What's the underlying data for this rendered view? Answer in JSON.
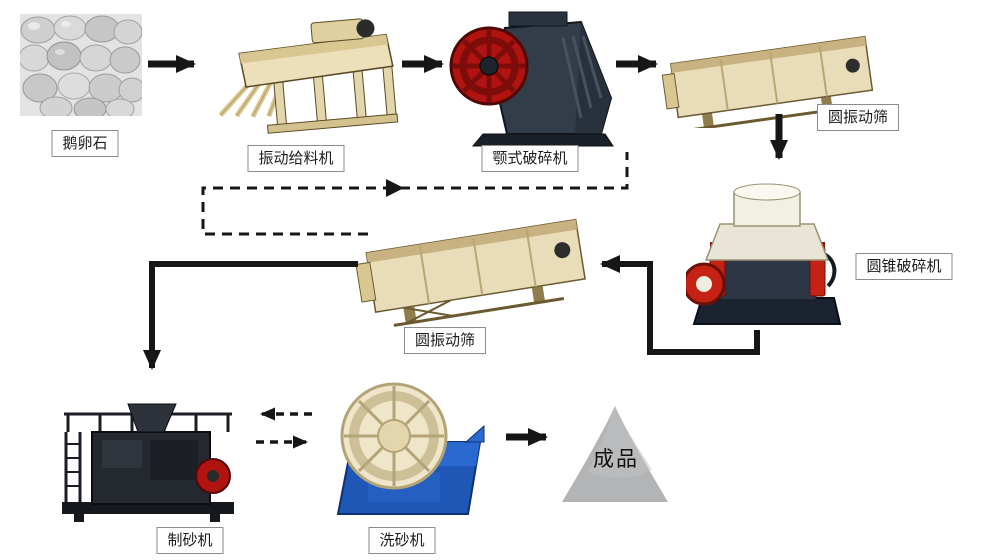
{
  "labels": {
    "pebble": "鹅卵石",
    "feeder": "振动给料机",
    "jaw_crusher": "颚式破碎机",
    "screen_top": "圆振动筛",
    "cone_crusher": "圆锥破碎机",
    "screen_mid": "圆振动筛",
    "sand_maker": "制砂机",
    "sand_washer": "洗砂机",
    "product": "成品"
  },
  "connections": [
    {
      "from": "pebble",
      "to": "feeder",
      "style": "solid"
    },
    {
      "from": "feeder",
      "to": "jaw_crusher",
      "style": "solid"
    },
    {
      "from": "jaw_crusher",
      "to": "screen_top",
      "style": "solid"
    },
    {
      "from": "screen_top",
      "to": "cone_crusher",
      "style": "solid"
    },
    {
      "from": "cone_crusher",
      "to": "screen_mid",
      "style": "solid"
    },
    {
      "from": "screen_mid",
      "to": "sand_maker",
      "style": "solid"
    },
    {
      "from": "screen_mid",
      "to": "screen_top",
      "style": "dashed",
      "note": "recirculation"
    },
    {
      "from": "sand_washer",
      "to": "sand_maker",
      "style": "dashed"
    },
    {
      "from": "sand_maker",
      "to": "sand_washer",
      "style": "dashed"
    },
    {
      "from": "sand_washer",
      "to": "product",
      "style": "solid"
    }
  ],
  "colors": {
    "arrow": "#161616",
    "label_border": "#8c8c8c",
    "machine_beige": "#e9ddb9",
    "machine_red": "#b01310",
    "machine_dark": "#2a313b",
    "washer_blue": "#1e57b5",
    "product_gray": "#b2b4b6",
    "stone_gray": "#cfcfcf"
  }
}
